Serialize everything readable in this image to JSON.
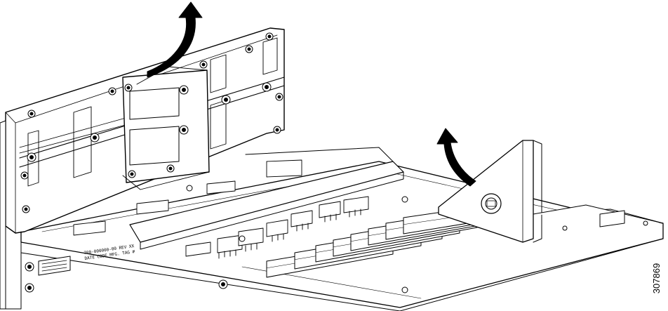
{
  "figure": {
    "id_number": "307869",
    "silkscreen_line1": "700-000000-00 REV XX",
    "silkscreen_line2": "DATE CODE MFG. TAG #"
  },
  "colors": {
    "line": "#000000",
    "fill": "#ffffff",
    "arrow": "#000000"
  },
  "icons": {
    "lift_arrow": "curved-up-arrow-icon"
  }
}
